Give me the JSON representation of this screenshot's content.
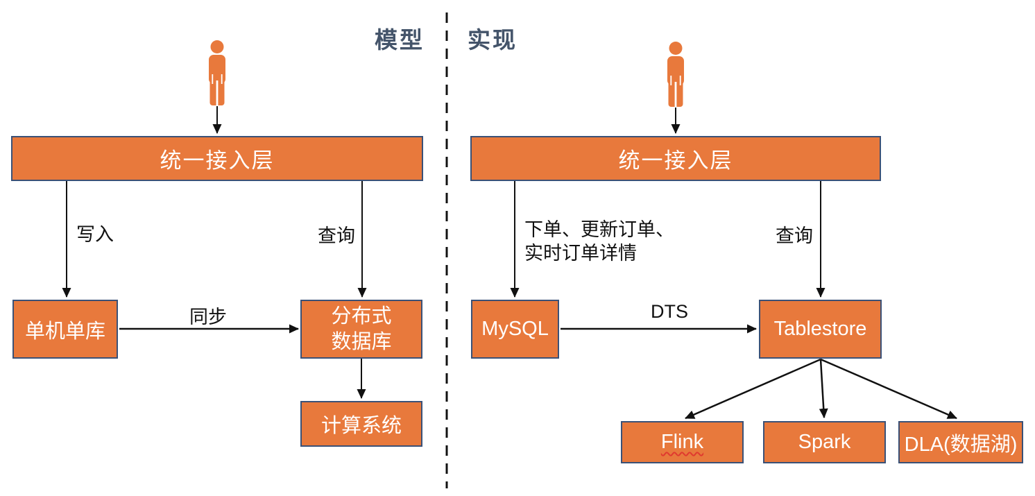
{
  "diagram_type": "architecture-flow",
  "colors": {
    "box_fill": "#E8793C",
    "box_border": "#3A5177",
    "section_title_text": "#44546A",
    "arrow": "#111111",
    "box_text": "#ffffff",
    "spellcheck_underline": "#E03A2F",
    "background": "#ffffff"
  },
  "icons": {
    "left_user": "person-icon",
    "right_user": "person-icon"
  },
  "sections": {
    "model": {
      "title": "模型",
      "access_layer": "统一接入层",
      "labels": {
        "write": "写入",
        "query": "查询",
        "sync": "同步"
      },
      "boxes": {
        "single": "单机单库",
        "distributed_line1": "分布式",
        "distributed_line2": "数据库",
        "compute": "计算系统"
      }
    },
    "impl": {
      "title": "实现",
      "access_layer": "统一接入层",
      "labels": {
        "write_line1": "下单、更新订单、",
        "write_line2": "实时订单详情",
        "query": "查询",
        "dts": "DTS"
      },
      "boxes": {
        "mysql": "MySQL",
        "tablestore": "Tablestore",
        "flink": "Flink",
        "spark": "Spark",
        "dla": "DLA(数据湖)"
      }
    }
  }
}
